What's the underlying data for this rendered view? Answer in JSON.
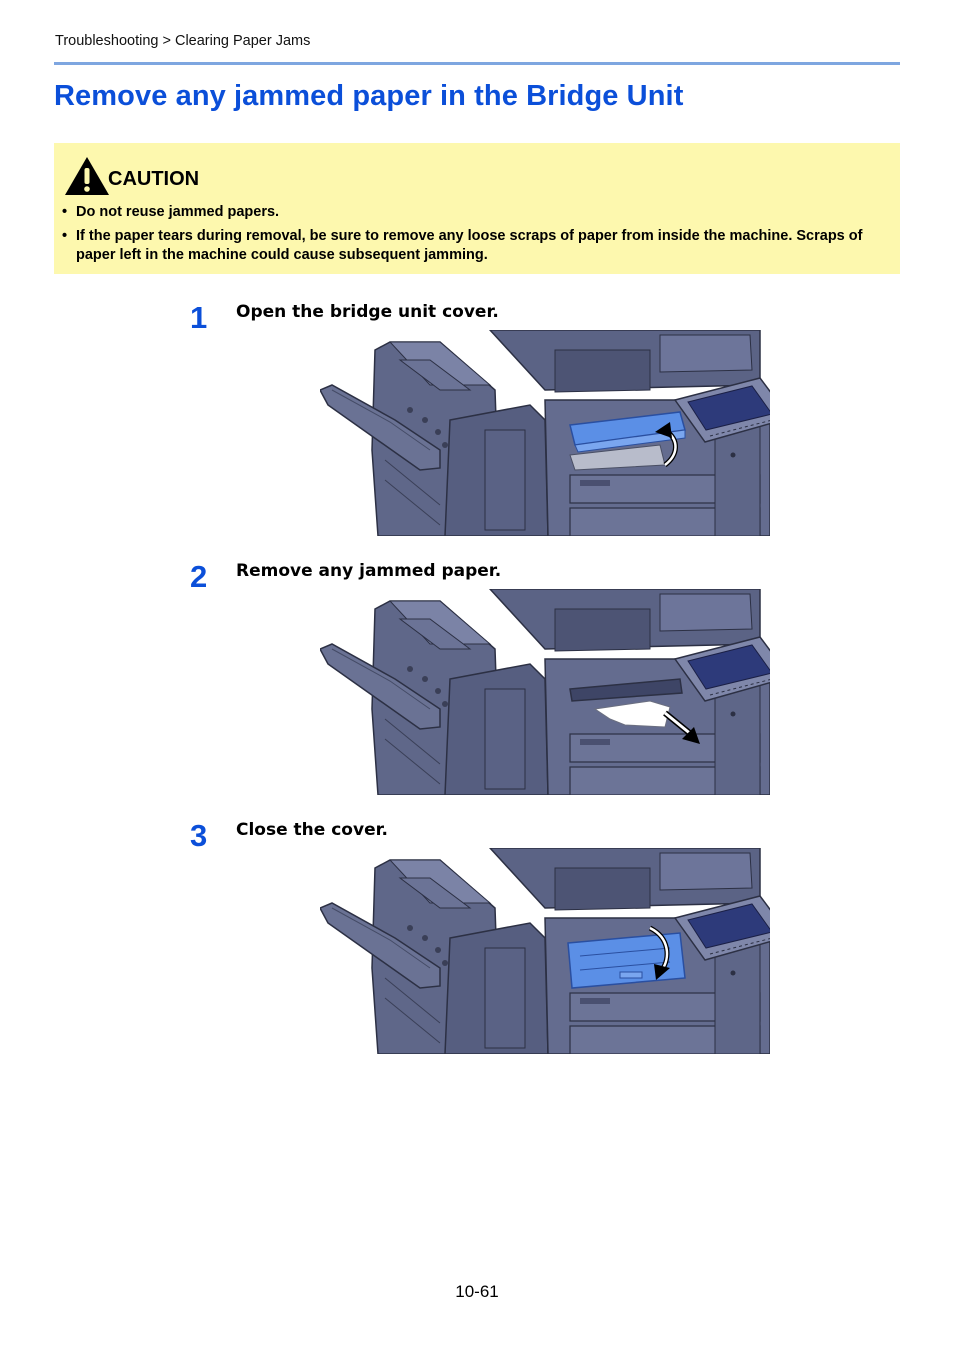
{
  "breadcrumb": "Troubleshooting > Clearing Paper Jams",
  "page_title": "Remove any jammed paper in the Bridge Unit",
  "caution": {
    "label": "CAUTION",
    "items": [
      "Do not reuse jammed papers.",
      "If the paper tears during removal, be sure to remove any loose scraps of paper from inside the machine. Scraps of paper left in the machine could cause subsequent jamming."
    ]
  },
  "steps": [
    {
      "number": "1",
      "text": "Open the bridge unit cover.",
      "illustration": "printer-bridge-cover-open"
    },
    {
      "number": "2",
      "text": "Remove any jammed paper.",
      "illustration": "printer-remove-jammed-paper"
    },
    {
      "number": "3",
      "text": "Close the cover.",
      "illustration": "printer-bridge-cover-close"
    }
  ],
  "page_number": "10-61",
  "colors": {
    "accent": "#0b4fd9",
    "rule": "#7ea6e0",
    "caution_bg": "#fdf8ae",
    "cover_blue": "#5b8fe6"
  }
}
